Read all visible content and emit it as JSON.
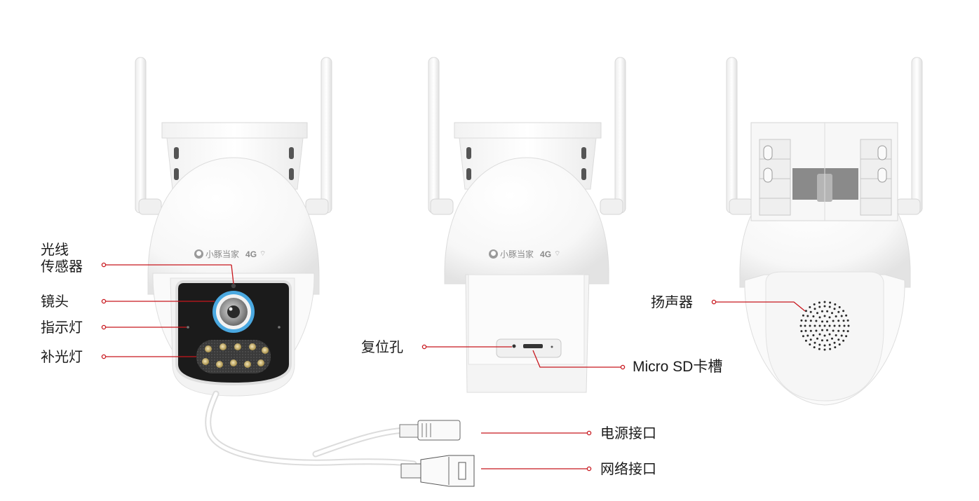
{
  "brand": {
    "name": "小豚当家",
    "network": "4G"
  },
  "labels": {
    "light_sensor_line1": "光线",
    "light_sensor_line2": "传感器",
    "lens": "镜头",
    "indicator": "指示灯",
    "fill_light": "补光灯",
    "reset_hole": "复位孔",
    "sd_slot": "Micro SD卡槽",
    "speaker": "扬声器",
    "power_port": "电源接口",
    "network_port": "网络接口"
  },
  "colors": {
    "callout_line": "#c8171e",
    "lens_ring": "#4aa8e0",
    "body": "#ffffff",
    "shadow": "#e6e6e6",
    "outline": "#d4d4d4",
    "face": "#1c1c1c"
  }
}
